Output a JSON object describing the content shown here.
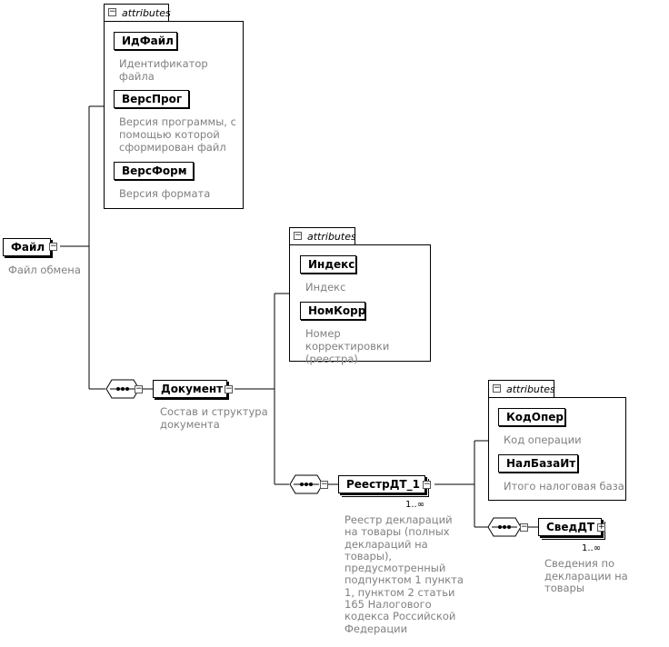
{
  "attributes_label": "attributes",
  "root": {
    "name": "Файл",
    "desc": "Файл обмена",
    "attributes": [
      {
        "name": "ИдФайл",
        "desc": "Идентификатор файла"
      },
      {
        "name": "ВерсПрог",
        "desc": "Версия программы, с помощью которой сформирован файл"
      },
      {
        "name": "ВерсФорм",
        "desc": "Версия формата"
      }
    ]
  },
  "document": {
    "name": "Документ",
    "desc": "Состав и структура документа",
    "attributes": [
      {
        "name": "Индекс",
        "desc": "Индекс"
      },
      {
        "name": "НомКорр",
        "desc": "Номер корректировки (реестра)"
      }
    ]
  },
  "registry": {
    "name": "РеестрДТ_1",
    "cardinality": "1..∞",
    "desc": "Реестр деклараций на товары (полных деклараций на товары), предусмотренный подпунктом 1 пункта 1, пунктом 2 статьи 165 Налогового кодекса Российской Федерации",
    "attributes": [
      {
        "name": "КодОпер",
        "desc": "Код операции"
      },
      {
        "name": "НалБазаИт",
        "desc": "Итого налоговая база"
      }
    ]
  },
  "details": {
    "name": "СведДТ",
    "cardinality": "1..∞",
    "desc": "Сведения по декларации на товары"
  }
}
